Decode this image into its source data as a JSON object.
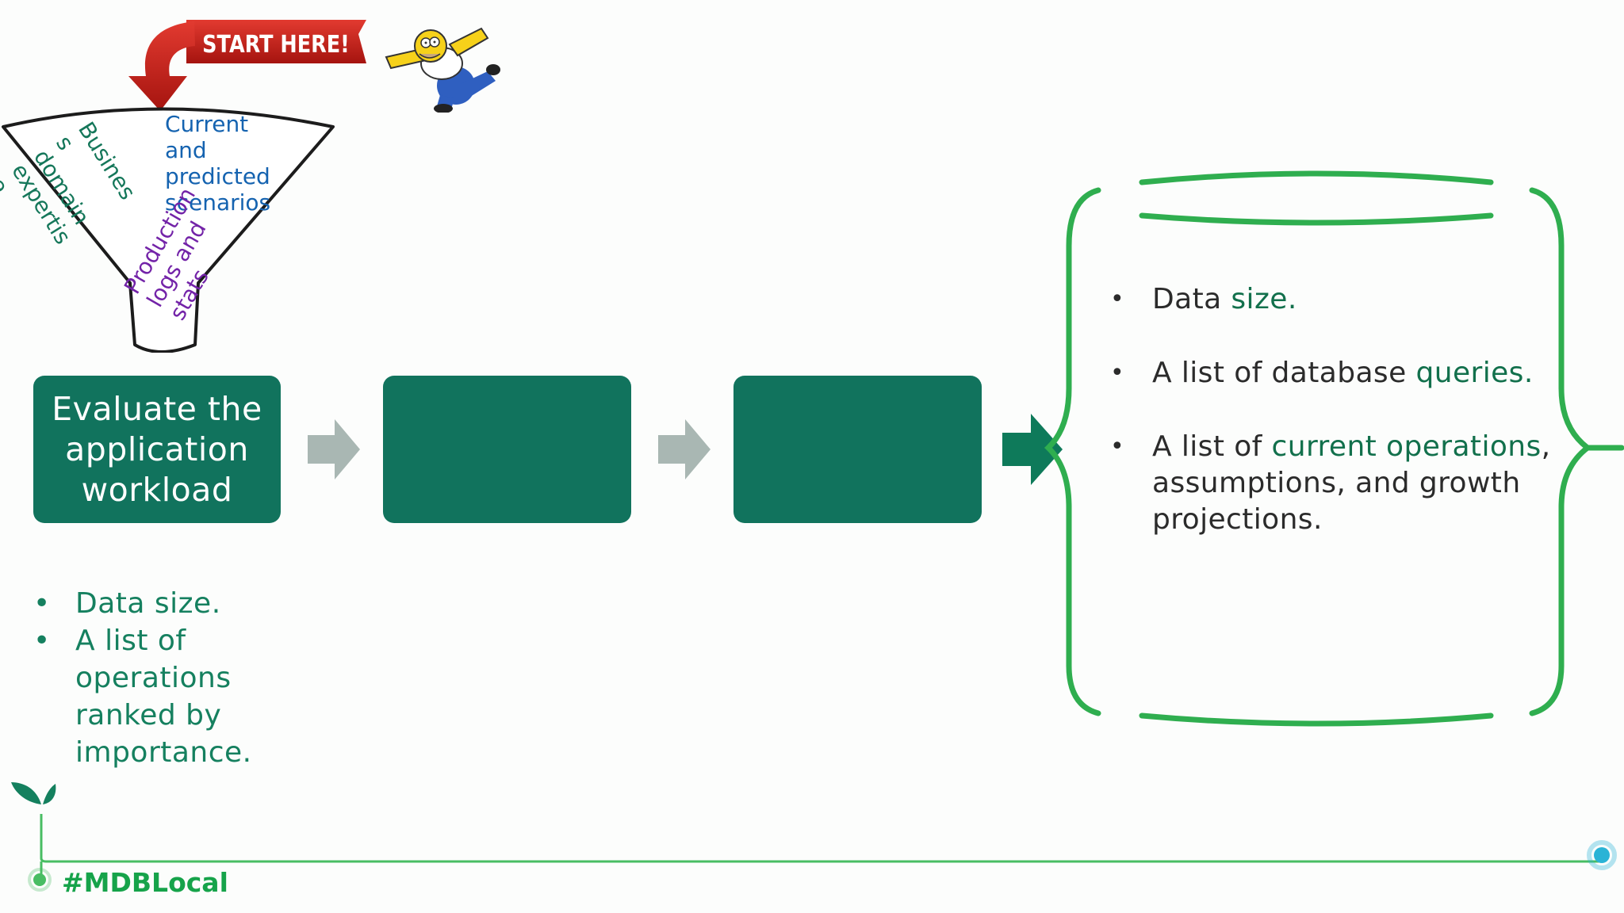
{
  "start_banner": {
    "label": "START HERE!"
  },
  "funnel": {
    "labels": {
      "business": "Busines\ns\ndomain\nexpertis\ne",
      "current": "Current\nand\npredicted\nscenarios",
      "production": "Production\nlogs and\nstats"
    }
  },
  "steps": [
    {
      "title": "Evaluate the application workload"
    },
    {
      "title": ""
    },
    {
      "title": ""
    }
  ],
  "left_bullets": [
    "Data size.",
    "A list of operations ranked by importance."
  ],
  "right_bullets": [
    {
      "before": "Data ",
      "highlight": "size",
      "after": "."
    },
    {
      "before": "A list of database ",
      "highlight": "queries",
      "after": "."
    },
    {
      "before": "A list of ",
      "highlight": "current operations",
      "after": ", assumptions, and growth projections."
    }
  ],
  "footer": {
    "hashtag": "#MDBLocal"
  },
  "colors": {
    "box": "#11735d",
    "arrow_gray": "#a9b7b3",
    "arrow_green": "#0e7a5a",
    "brace_green": "#2fae4f",
    "highlight": "#12704c",
    "timeline": "#48bd63",
    "endpoint": "#2ab3d6"
  }
}
